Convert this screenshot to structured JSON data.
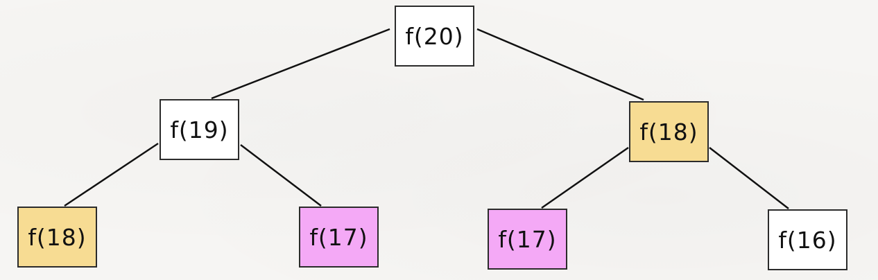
{
  "colors": {
    "plain": "#ffffff",
    "repeat_18": "#f7dc93",
    "repeat_17": "#f4a9f6",
    "edge": "#111111"
  },
  "nodes": [
    {
      "id": "f20",
      "label": "f(20)",
      "highlight": "plain"
    },
    {
      "id": "f19",
      "label": "f(19)",
      "highlight": "plain"
    },
    {
      "id": "f18a",
      "label": "f(18)",
      "highlight": "repeat_18"
    },
    {
      "id": "f18b",
      "label": "f(18)",
      "highlight": "repeat_18"
    },
    {
      "id": "f17a",
      "label": "f(17)",
      "highlight": "repeat_17"
    },
    {
      "id": "f17b",
      "label": "f(17)",
      "highlight": "repeat_17"
    },
    {
      "id": "f16",
      "label": "f(16)",
      "highlight": "plain"
    }
  ],
  "edges": [
    {
      "from": "f20",
      "to": "f19"
    },
    {
      "from": "f20",
      "to": "f18a"
    },
    {
      "from": "f19",
      "to": "f18b"
    },
    {
      "from": "f19",
      "to": "f17a"
    },
    {
      "from": "f18a",
      "to": "f17b"
    },
    {
      "from": "f18a",
      "to": "f16"
    }
  ]
}
